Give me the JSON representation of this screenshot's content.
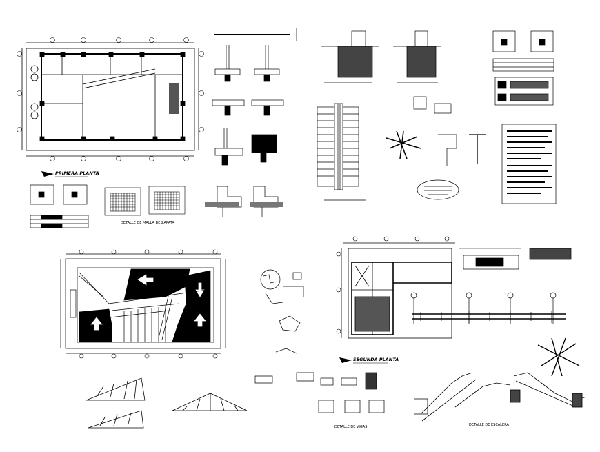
{
  "drawing": {
    "ink_color": "#000000",
    "background_color": "#ffffff"
  },
  "first_floor": {
    "title": "PRIMERA PLANTA"
  },
  "second_floor": {
    "title": "SEGUNDA PLANTA"
  },
  "details": {
    "footing_mesh": "DETALLE DE MALLA DE ZAPATA",
    "beams": "DETALLE DE VIGAS",
    "stair": "DETALLE DE ESCALERA"
  },
  "icons": [
    "north-arrow-icon",
    "grid-axis-bubble-icon",
    "roof-slope-arrow-icon",
    "rebar-intersection-icon"
  ]
}
